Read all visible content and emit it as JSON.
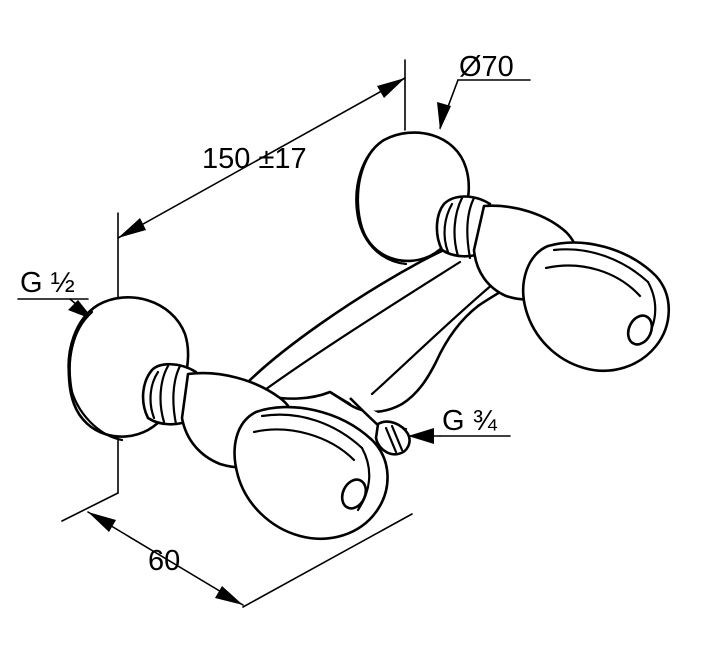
{
  "dimensions": {
    "spacing": "150 ±17",
    "flange_diameter": "Ø70",
    "inlet_thread": "G ½",
    "outlet_thread": "G ¾",
    "depth": "60"
  },
  "colors": {
    "line": "#000000",
    "background": "#ffffff"
  }
}
